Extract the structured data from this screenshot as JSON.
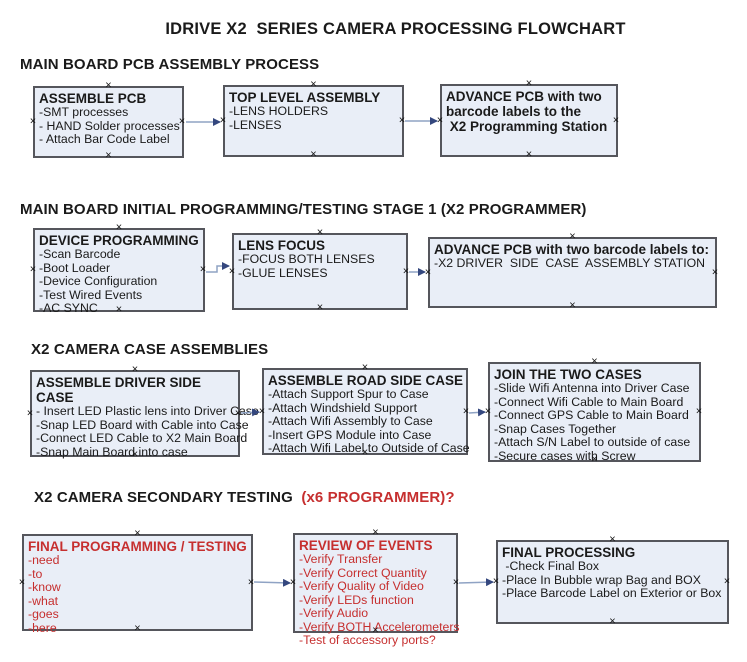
{
  "title": "IDRIVE X2  SERIES CAMERA PROCESSING FLOWCHART",
  "icons": {
    "connection_handle": "×",
    "connector_arrow": "right-arrow"
  },
  "colors": {
    "box_fill": "#e9eef7",
    "box_border": "#55565c",
    "arrow_line": "#8fa3c4",
    "arrow_head": "#34477e",
    "red": "#c62f2f",
    "text": "#1a1a1a"
  },
  "sections": [
    {
      "heading": "MAIN BOARD PCB ASSEMBLY PROCESS",
      "boxes": [
        {
          "title": "ASSEMBLE PCB",
          "items": [
            "-SMT processes",
            "- HAND Solder processes",
            "- Attach Bar Code Label"
          ]
        },
        {
          "title": "TOP LEVEL ASSEMBLY",
          "items": [
            "-LENS HOLDERS",
            "-LENSES"
          ]
        },
        {
          "title": "ADVANCE PCB with two barcode labels to the\n X2 Programming Station",
          "items": []
        }
      ]
    },
    {
      "heading": "MAIN BOARD INITIAL PROGRAMMING/TESTING STAGE 1 (X2 PROGRAMMER)",
      "boxes": [
        {
          "title": "DEVICE PROGRAMMING",
          "items": [
            "-Scan Barcode",
            "-Boot Loader",
            "-Device Configuration",
            "-Test Wired Events",
            "-AC SYNC"
          ]
        },
        {
          "title": "LENS FOCUS",
          "items": [
            "-FOCUS BOTH LENSES",
            "-GLUE LENSES"
          ]
        },
        {
          "title": "ADVANCE PCB with two barcode labels to:",
          "items": [
            "-X2 DRIVER  SIDE  CASE  ASSEMBLY STATION"
          ]
        }
      ]
    },
    {
      "heading": "X2 CAMERA CASE ASSEMBLIES",
      "boxes": [
        {
          "title": "ASSEMBLE DRIVER SIDE CASE",
          "items": [
            "- Insert LED Plastic lens into Driver Case",
            "-Snap LED Board with Cable into Case",
            "-Connect LED Cable to X2 Main Board",
            "-Snap Main Board into case"
          ]
        },
        {
          "title": "ASSEMBLE ROAD SIDE CASE",
          "items": [
            "-Attach Support Spur to Case",
            "-Attach Windshield Support",
            "-Attach Wifi Assembly to Case",
            "-Insert GPS Module into Case",
            "-Attach Wifi Label to Outside of Case"
          ]
        },
        {
          "title": "JOIN THE TWO CASES",
          "items": [
            "-Slide Wifi Antenna into Driver Case",
            "-Connect Wifi Cable to Main Board",
            "-Connect GPS Cable to Main Board",
            "-Snap Cases Together",
            "-Attach S/N Label to outside of case",
            "-Secure cases with Screw"
          ]
        }
      ]
    },
    {
      "heading": "X2 CAMERA SECONDARY TESTING  ",
      "heading_red": "(x6 PROGRAMMER)?",
      "boxes": [
        {
          "title": "FINAL PROGRAMMING / TESTING",
          "items": [
            "-need",
            "-to",
            "-know",
            "-what",
            "-goes",
            "-here"
          ]
        },
        {
          "title": "REVIEW OF EVENTS",
          "items": [
            "-Verify Transfer",
            "-Verify Correct Quantity",
            "-Verify Quality of Video",
            "-Verify LEDs function",
            "-Verify Audio",
            "-Verify BOTH Accelerometers",
            "-Test of accessory ports?"
          ]
        },
        {
          "title": "FINAL PROCESSING",
          "items": [
            " -Check Final Box",
            "-Place In Bubble wrap Bag and BOX",
            "-Place Barcode Label on Exterior or Box"
          ]
        }
      ]
    }
  ]
}
